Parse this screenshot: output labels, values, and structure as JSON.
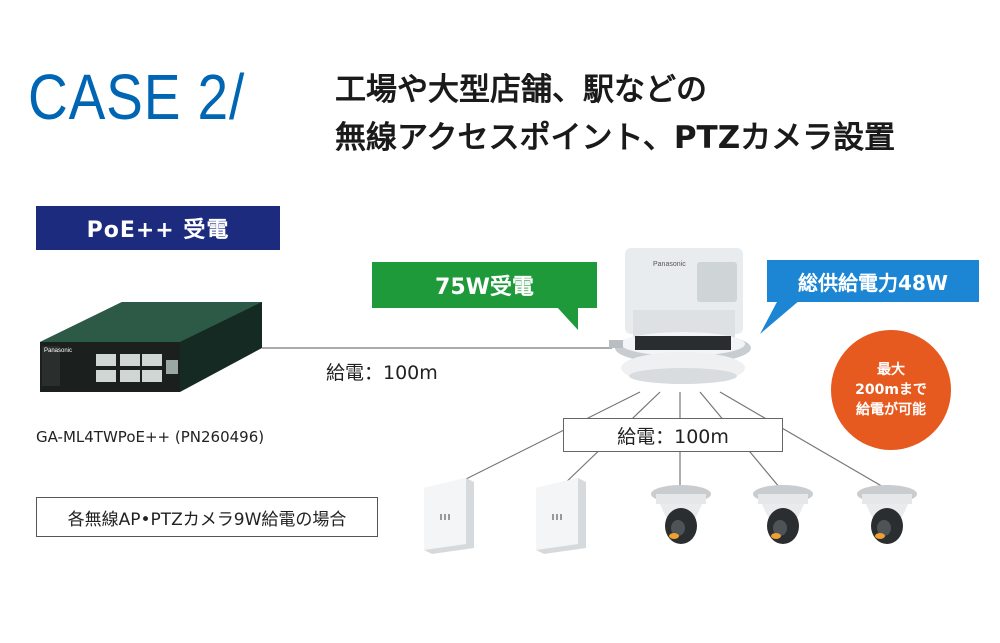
{
  "case_label": "CASE 2/",
  "headline": {
    "line1": "工場や大型店舗、駅などの",
    "line2": "無線アクセスポイント、PTZカメラ設置"
  },
  "poe_badge": "PoE++ 受電",
  "callout_power_received": "75W受電",
  "callout_total_supply": "総供給電力48W",
  "max_distance_note": {
    "line1": "最大",
    "line2": "200mまで",
    "line3": "給電が可能"
  },
  "distance_uplink": "給電：100m",
  "distance_downlink": "給電：100m",
  "switch_model": "GA-ML4TWPoE++ (PN260496)",
  "switch_brand": "Panasonic",
  "hub_brand": "Panasonic",
  "condition_note": "各無線AP•PTZカメラ9W給電の場合",
  "colors": {
    "case_blue": "#0066b3",
    "badge_navy": "#1d2b7e",
    "callout_green": "#1e9a3a",
    "callout_blue": "#1c86d4",
    "note_orange": "#e65a1f"
  },
  "devices": {
    "switch": "poe-switch-icon",
    "hub": "ceiling-poe-hub-icon",
    "access_points": [
      "wireless-ap-icon",
      "wireless-ap-icon"
    ],
    "cameras": [
      "ptz-camera-icon",
      "ptz-camera-icon",
      "ptz-camera-icon"
    ]
  }
}
